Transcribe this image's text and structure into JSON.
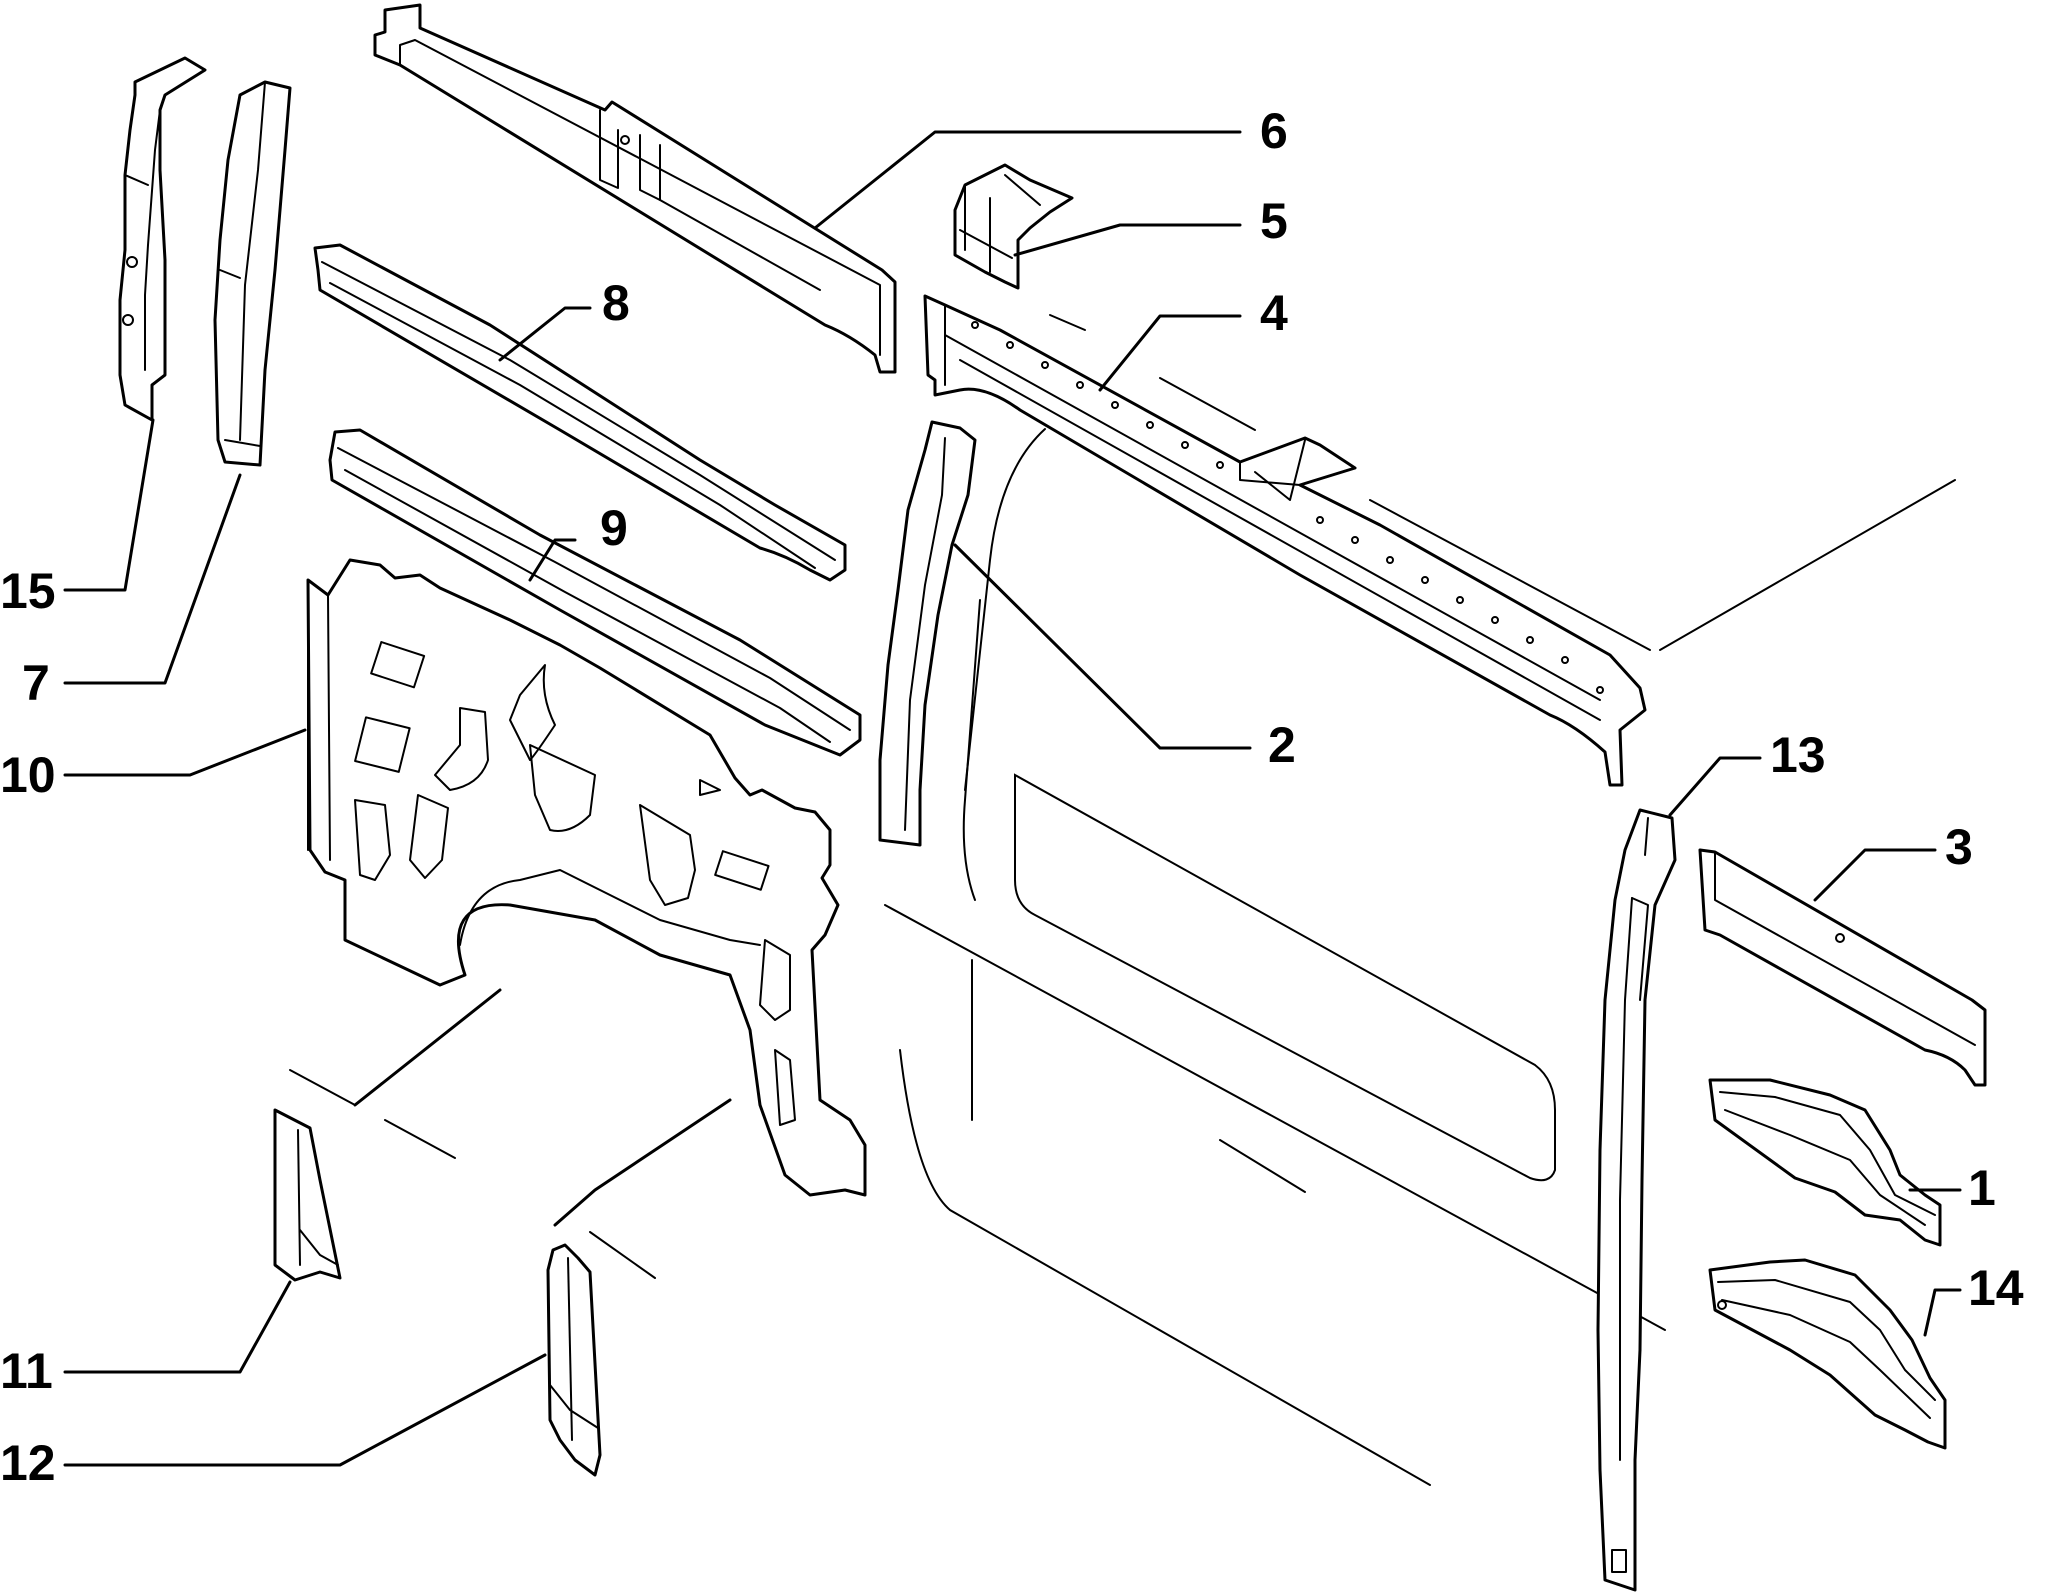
{
  "callouts": [
    {
      "id": "callout-1",
      "label": "1"
    },
    {
      "id": "callout-2",
      "label": "2"
    },
    {
      "id": "callout-3",
      "label": "3"
    },
    {
      "id": "callout-4",
      "label": "4"
    },
    {
      "id": "callout-5",
      "label": "5"
    },
    {
      "id": "callout-6",
      "label": "6"
    },
    {
      "id": "callout-7",
      "label": "7"
    },
    {
      "id": "callout-8",
      "label": "8"
    },
    {
      "id": "callout-9",
      "label": "9"
    },
    {
      "id": "callout-10",
      "label": "10"
    },
    {
      "id": "callout-11",
      "label": "11"
    },
    {
      "id": "callout-12",
      "label": "12"
    },
    {
      "id": "callout-13",
      "label": "13"
    },
    {
      "id": "callout-14",
      "label": "14"
    },
    {
      "id": "callout-15",
      "label": "15"
    }
  ],
  "colors": {
    "line": "#000000",
    "background": "#ffffff"
  }
}
